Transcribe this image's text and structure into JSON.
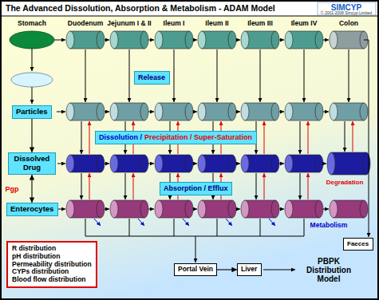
{
  "diagram": {
    "title": "The Advanced Dissolution, Absorption & Metabolism - ADAM Model",
    "nodes": [
      {
        "text": [
          "Release"
        ]
      },
      {
        "text": [
          "Particles"
        ]
      },
      {
        "text": [
          "Dissolution /",
          "Precipitation / Super-Saturation"
        ]
      },
      {
        "text": [
          "Dissolved Drug"
        ]
      },
      {
        "text": [
          "Absorption / Efflux"
        ]
      },
      {
        "text": [
          "Enterocytes"
        ]
      },
      {
        "text": [
          "Faeces"
        ]
      },
      {
        "text": [
          "R distribution",
          "pH distribution",
          "Permeability distribution",
          "CYPs distribution",
          "Blood flow distribution"
        ]
      },
      {
        "text": [
          "Portal Vein"
        ]
      },
      {
        "text": [
          "Liver"
        ]
      }
    ],
    "edges": [
      {
        "from": 1,
        "to": 3,
        "arrow": "to"
      },
      {
        "from": 3,
        "to": 5,
        "arrow": "both"
      },
      {
        "from": 8,
        "to": 9,
        "arrow": "to"
      }
    ],
    "labels": [
      "SIMCYP",
      "© 2001-2008 Simcyp Limited",
      "Stomach",
      "Duodenum",
      "Jejunum I & II",
      "Ileum I",
      "Ileum II",
      "Ileum III",
      "Ileum IV",
      "Colon",
      "Pgp",
      "Degradation",
      "Metabolism",
      "PBPK Distribution Model"
    ]
  }
}
